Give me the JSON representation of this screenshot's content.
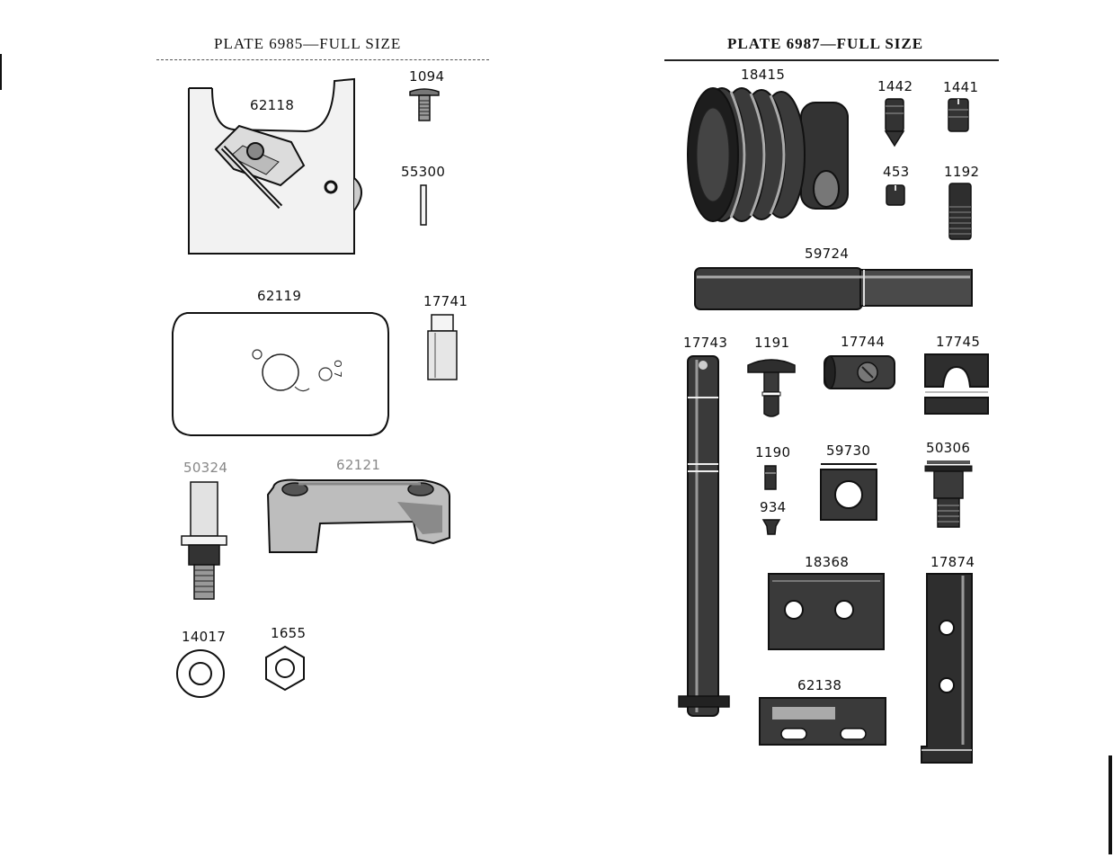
{
  "left_plate": {
    "title": "PLATE 6985—FULL SIZE",
    "parts": {
      "p62118": "62118",
      "p1094": "1094",
      "p55300": "55300",
      "p62119": "62119",
      "p17741": "17741",
      "p50324": "50324",
      "p62121": "62121",
      "p14017": "14017",
      "p1655": "1655"
    },
    "plate_marking": "O 7"
  },
  "right_plate": {
    "title": "PLATE 6987—FULL SIZE",
    "parts": {
      "p18415": "18415",
      "p1442": "1442",
      "p1441": "1441",
      "p453": "453",
      "p1192": "1192",
      "p59724": "59724",
      "p17743": "17743",
      "p1191": "1191",
      "p17744": "17744",
      "p17745": "17745",
      "p1190": "1190",
      "p59730": "59730",
      "p50306": "50306",
      "p934": "934",
      "p18368": "18368",
      "p17874": "17874",
      "p62138": "62138"
    }
  }
}
